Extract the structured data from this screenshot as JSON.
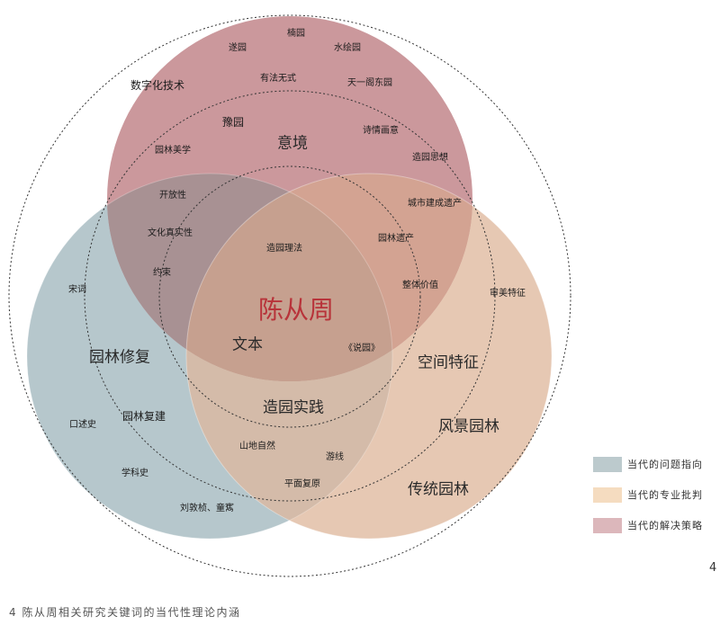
{
  "diagram": {
    "type": "venn",
    "center_label": "陈从周",
    "sets": [
      {
        "id": "top",
        "name": "当代的解决策略",
        "color": "#c48a8e"
      },
      {
        "id": "left",
        "name": "当代的问题指向",
        "color": "#b7c8cd"
      },
      {
        "id": "right",
        "name": "当代的专业批判",
        "color": "#e6c6b0"
      }
    ],
    "rings": [
      "inner",
      "middle",
      "outer"
    ],
    "labels": {
      "nanyuan": "楠园",
      "suiyuan": "遂园",
      "shuihuiyuan": "水绘园",
      "shuzihua": "数字化技术",
      "youfawushi": "有法无式",
      "tianyige": "天一阁东园",
      "yuyuan": "豫园",
      "yijing": "意境",
      "shiqinghuayi": "诗情画意",
      "yuanlinmeixue": "园林美学",
      "zaoyuansixiang": "造园思想",
      "kaifangxing": "开放性",
      "chengshi": "城市建成遗产",
      "wenhua": "文化真实性",
      "zaoyuanlifa": "造园理法",
      "yuanlinyichan": "园林遗产",
      "yueshu": "约束",
      "zhengti": "整体价值",
      "songci": "宋词",
      "shenmei": "审美特征",
      "wenben": "文本",
      "shuoyuan": "《说园》",
      "xiufu": "园林修复",
      "kongjian": "空间特征",
      "zaoyuanshijian": "造园实践",
      "fujian": "园林复建",
      "koushushi": "口述史",
      "fengjing": "风景园林",
      "shandi": "山地自然",
      "youxian": "游线",
      "xuekeshi": "学科史",
      "pingmian": "平面复原",
      "chuantong": "传统园林",
      "liudunzhen": "刘敦桢、童寯"
    }
  },
  "legend": {
    "items": [
      {
        "label": "当代的问题指向",
        "color": "#bccacd"
      },
      {
        "label": "当代的专业批判",
        "color": "#f5dcc0"
      },
      {
        "label": "当代的解决策略",
        "color": "#dcb7bb"
      }
    ]
  },
  "page_number": "4",
  "caption": "4 陈从周相关研究关键词的当代性理论内涵"
}
